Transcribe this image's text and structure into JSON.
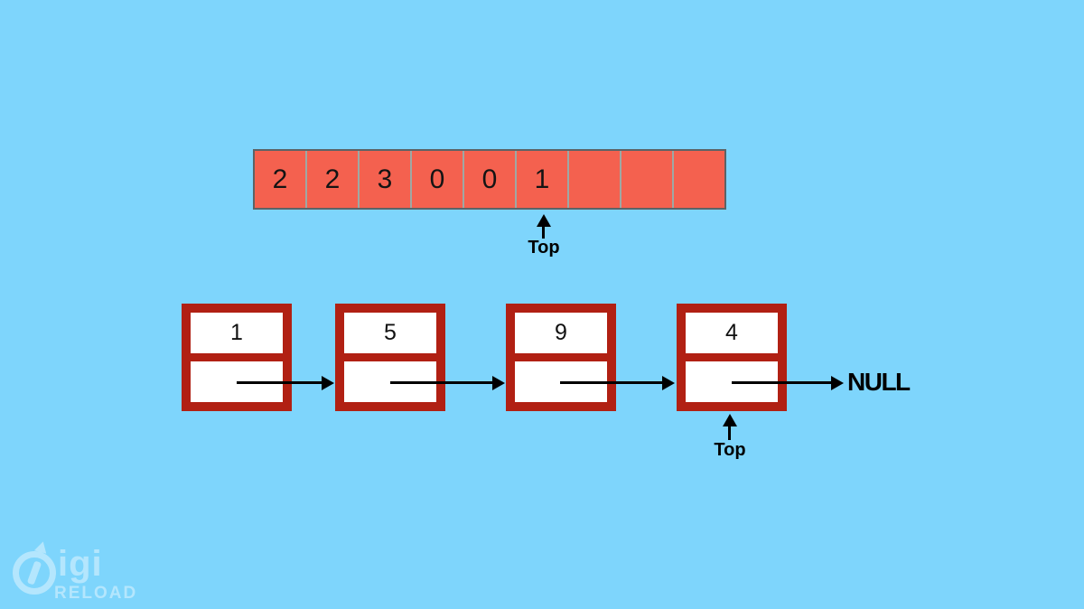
{
  "colors": {
    "background": "#7ed5fc",
    "array_fill": "#f4614f",
    "array_outer_border": "#5c6366",
    "array_divider": "#9fa8a4",
    "node_border": "#b12013",
    "node_fill": "#ffffff",
    "ink": "#000000",
    "logo_tint": "rgba(255,255,255,0.42)"
  },
  "array": {
    "cells": [
      "2",
      "2",
      "3",
      "0",
      "0",
      "1",
      "",
      "",
      ""
    ],
    "top_label": "Top"
  },
  "linked_list": {
    "nodes": [
      {
        "value": "1"
      },
      {
        "value": "5"
      },
      {
        "value": "9"
      },
      {
        "value": "4"
      }
    ],
    "null_label": "NULL",
    "top_label": "Top"
  },
  "logo": {
    "brand_main": "igi",
    "brand_sub": "RELOAD"
  }
}
